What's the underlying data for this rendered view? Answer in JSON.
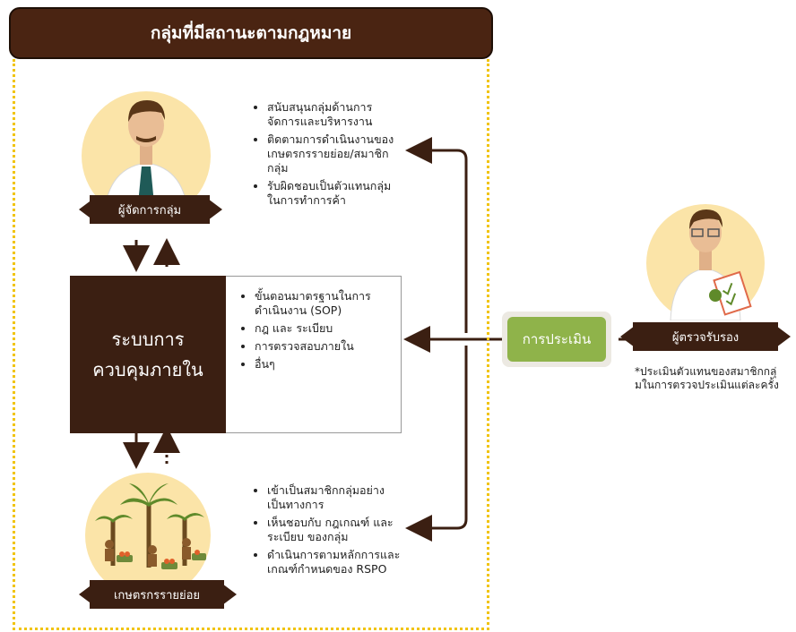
{
  "header": {
    "title": "กลุ่มที่มีสถานะตามกฎหมาย"
  },
  "manager": {
    "label": "ผู้จัดการกลุ่ม",
    "bullets": [
      "สนับสนุนกลุ่มด้านการจัดการและบริหารงาน",
      "ติดตามการดำเนินงานของเกษตรกรรายย่อย/สมาชิกกลุ่ม",
      "รับผิดชอบเป็นตัวแทนกลุ่มในการทำการค้า"
    ]
  },
  "system": {
    "title_line1": "ระบบการ",
    "title_line2": "ควบคุมภายใน",
    "bullets": [
      "ขั้นตอนมาตรฐานในการดำเนินงาน (SOP)",
      "กฎ และ ระเบียบ",
      "การตรวจสอบภายใน",
      "อื่นๆ"
    ]
  },
  "farmers": {
    "label": "เกษตรกรรายย่อย",
    "bullets": [
      "เข้าเป็นสมาชิกกลุ่มอย่างเป็นทางการ",
      "เห็นชอบกับ กฎเกณฑ์ และ ระเบียบ ของกลุ่ม",
      "ดำเนินการตามหลักการและเกณฑ์กำหนดของ RSPO"
    ]
  },
  "evaluation": {
    "label": "การประเมิน"
  },
  "auditor": {
    "label": "ผู้ตรวจรับรอง",
    "note_line1": "*ประเมินตัวแทนของสมาชิกกลุ่",
    "note_line2": "มในการตรวจประเมินแต่ละครั้ง"
  },
  "colors": {
    "brown": "#3b1f12",
    "header": "#4a2412",
    "green": "#8fb34a",
    "yellow_circle": "#fbe4a8",
    "dotted_frame": "#f1c40f"
  }
}
